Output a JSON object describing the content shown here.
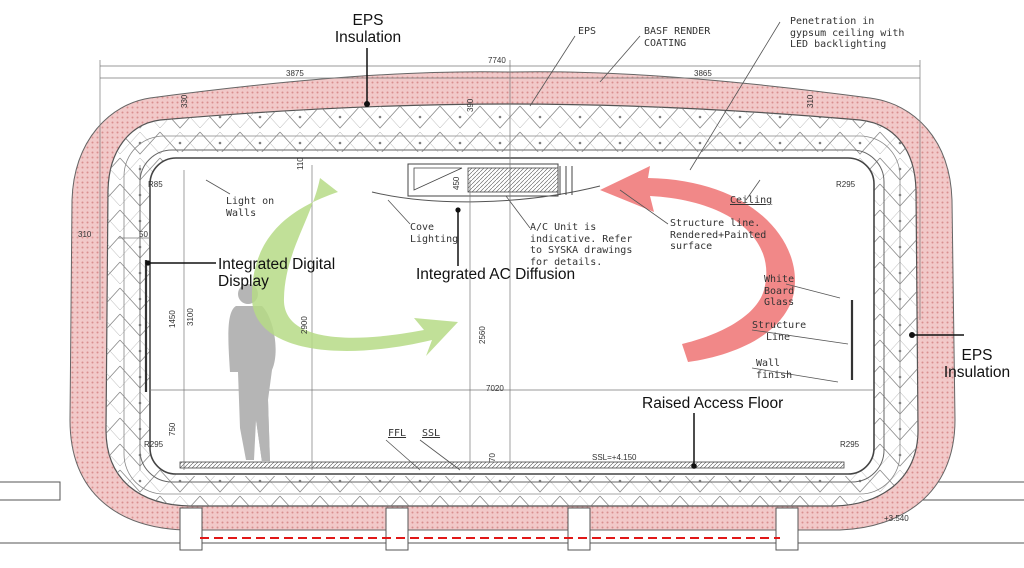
{
  "labels": {
    "eps_insulation_top": [
      "EPS",
      "Insulation"
    ],
    "eps_insulation_right": [
      "EPS",
      "Insulation"
    ],
    "integrated_digital_display": [
      "Integrated Digital",
      "Display"
    ],
    "integrated_ac_diffusion": "Integrated AC Diffusion",
    "raised_access_floor": "Raised Access Floor"
  },
  "notes": {
    "eps": "EPS",
    "basf_render": [
      "BASF RENDER",
      "COATING"
    ],
    "penetration": [
      "Penetration in",
      "gypsum ceiling with",
      "LED backlighting"
    ],
    "light_on_walls": [
      "Light on",
      "Walls"
    ],
    "cove_lighting": [
      "Cove",
      "Lighting"
    ],
    "ac_unit": [
      "A/C Unit is",
      "indicative. Refer",
      "to SYSKA drawings",
      "for details."
    ],
    "structure_line": [
      "Structure line.",
      "Rendered+Painted",
      "surface"
    ],
    "ceiling": "Ceiling",
    "white_board": [
      "White",
      "Board",
      "Glass"
    ],
    "structure_line_right": [
      "Structure",
      "Line"
    ],
    "wall_finish": [
      "Wall",
      "finish"
    ],
    "ffl": "FFL",
    "ssl": "SSL"
  },
  "dimensions": {
    "overall_width": "7740",
    "left_half": "3875",
    "right_half": "3865",
    "top_left_thickness": "330",
    "top_right_thickness": "310",
    "top_center": "390",
    "left_thickness": "310",
    "left_gap": "50",
    "inner_width": "7020",
    "height_left": "3100",
    "display_height": "1450",
    "lower_left": "750",
    "person_height": "2900",
    "interior_height": "2560",
    "ac_height": "450",
    "floor_gap": "70",
    "radius_left_top": "R85",
    "radius_right_top": "R295",
    "radius_left_bottom": "R295",
    "radius_right_bottom": "R295",
    "top_small_left": "110",
    "ssl_level": "SSL=+4.150",
    "ground_level": "+3.540"
  },
  "colors": {
    "insulation_fill": "#f2c9c9",
    "insulation_dot": "#d98f8f",
    "green_arrow": "#b6db86",
    "red_arrow": "#f07b7b",
    "person": "#b5b5b5",
    "line": "#444444",
    "dashed_red": "#e01818"
  }
}
